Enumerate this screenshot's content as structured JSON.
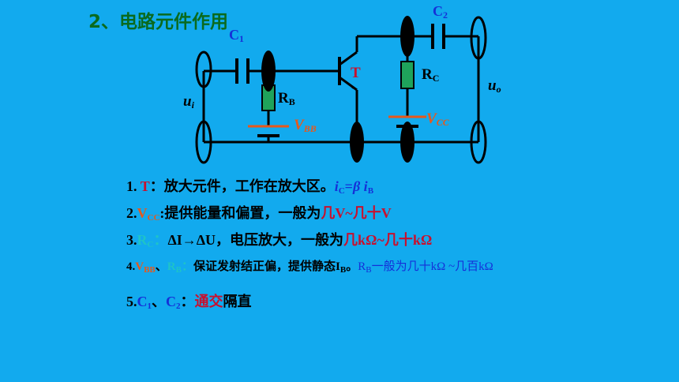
{
  "title": "2、电路元件作用",
  "circuit": {
    "c1": {
      "main": "C",
      "sub": "1"
    },
    "c2": {
      "main": "C",
      "sub": "2"
    },
    "rb": {
      "main": "R",
      "sub": "B"
    },
    "rc": {
      "main": "R",
      "sub": "C"
    },
    "t": "T",
    "vbb": {
      "main": "V",
      "sub": "BB"
    },
    "vcc": {
      "main": "V",
      "sub": "CC"
    },
    "ui": {
      "main": "u",
      "sub": "i"
    },
    "uo": {
      "main": "u",
      "sub": "o"
    },
    "colors": {
      "wire": "#000000",
      "resistor": "#1fa35b",
      "battery": "#e8581a",
      "node": "#000000"
    }
  },
  "items": {
    "l1": {
      "num": "1. ",
      "name": "T",
      "text": "：放大元件，工作在放大区。",
      "f1": "i",
      "f1sub": "C",
      "f2": "=",
      "f3": "β",
      "f4": " i",
      "f4sub": "B"
    },
    "l2": {
      "num": "2.",
      "v": "V",
      "vsub": "CC",
      "text": ":提供能量和偏置，一般为",
      "hl": "几V~几十V"
    },
    "l3": {
      "num": "3.",
      "r": "R",
      "rsub": "C",
      "colon": "：",
      "text": "ΔI→ΔU，电压放大，一般为",
      "hl": "几kΩ~几十kΩ"
    },
    "l4": {
      "num": "4.",
      "v": "V",
      "vsub": "BB",
      "sep": "、",
      "r": "R",
      "rsub": "B",
      "colon": "：",
      "text": "保证发射结正偏，提供静态I",
      "tsub": "B",
      "end": "。",
      "r2": "R",
      "r2sub": "B",
      "tail": "一般为几十kΩ ~几百kΩ"
    },
    "l5": {
      "num": "5.",
      "c1": "C",
      "c1sub": "1",
      "sep": "、",
      "c2": "C",
      "c2sub": "2",
      "colon": "：",
      "hl": "通交",
      "text": "隔直"
    }
  }
}
